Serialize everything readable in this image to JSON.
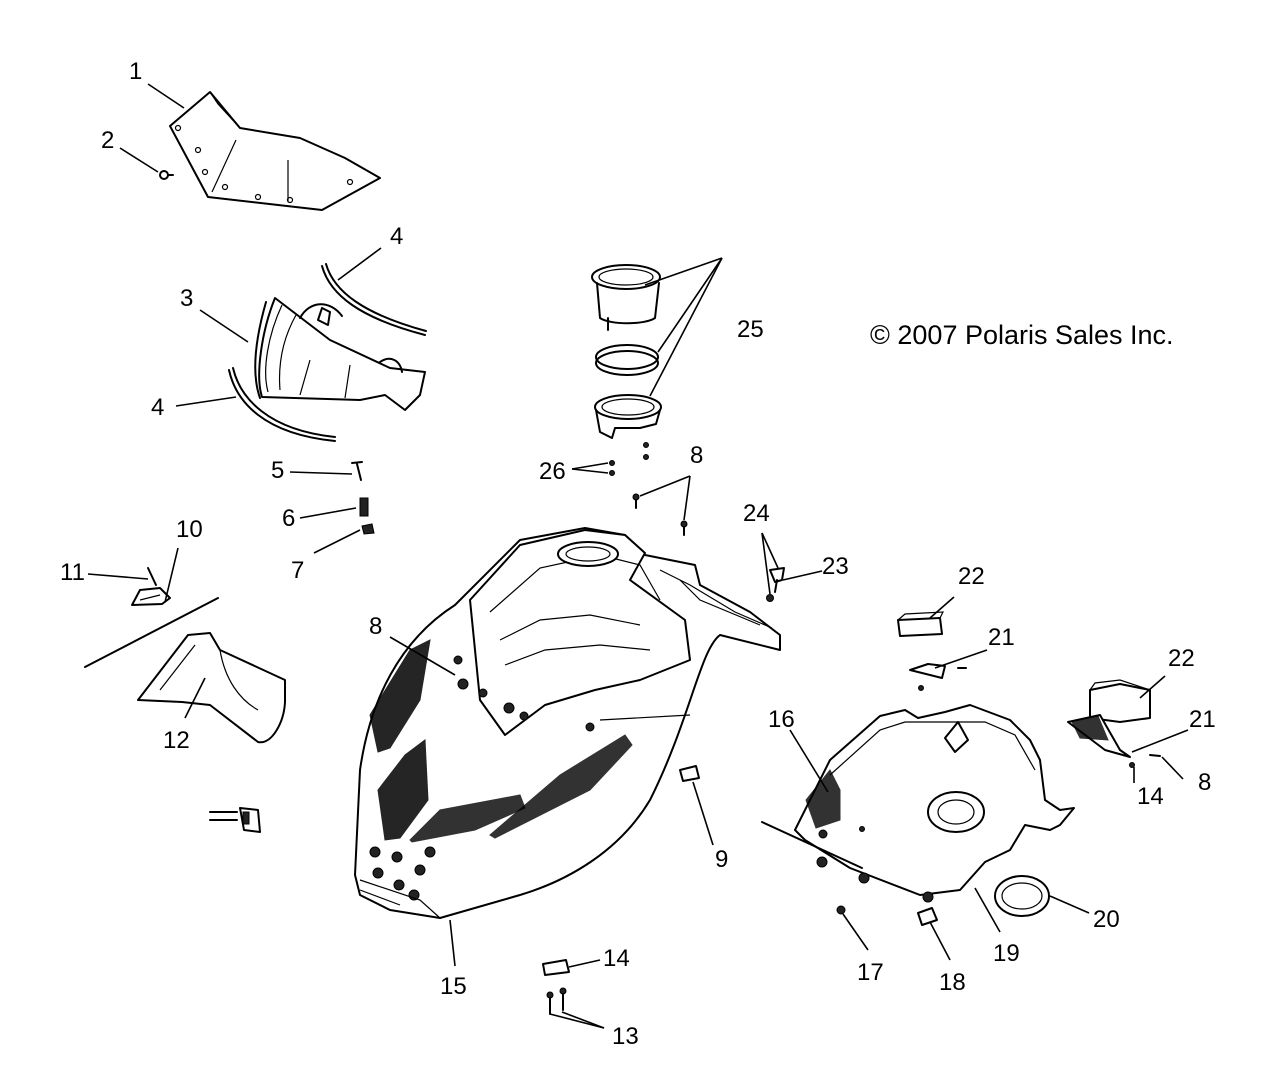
{
  "copyright": "© 2007 Polaris Sales Inc.",
  "callouts": [
    {
      "id": "c1",
      "label": "1"
    },
    {
      "id": "c2",
      "label": "2"
    },
    {
      "id": "c3",
      "label": "3"
    },
    {
      "id": "c4a",
      "label": "4"
    },
    {
      "id": "c4b",
      "label": "4"
    },
    {
      "id": "c5",
      "label": "5"
    },
    {
      "id": "c6",
      "label": "6"
    },
    {
      "id": "c7",
      "label": "7"
    },
    {
      "id": "c8a",
      "label": "8"
    },
    {
      "id": "c8b",
      "label": "8"
    },
    {
      "id": "c8c",
      "label": "8"
    },
    {
      "id": "c9",
      "label": "9"
    },
    {
      "id": "c10",
      "label": "10"
    },
    {
      "id": "c11",
      "label": "11"
    },
    {
      "id": "c12",
      "label": "12"
    },
    {
      "id": "c13",
      "label": "13"
    },
    {
      "id": "c14a",
      "label": "14"
    },
    {
      "id": "c14b",
      "label": "14"
    },
    {
      "id": "c15",
      "label": "15"
    },
    {
      "id": "c16",
      "label": "16"
    },
    {
      "id": "c17",
      "label": "17"
    },
    {
      "id": "c18",
      "label": "18"
    },
    {
      "id": "c19",
      "label": "19"
    },
    {
      "id": "c20",
      "label": "20"
    },
    {
      "id": "c21a",
      "label": "21"
    },
    {
      "id": "c21b",
      "label": "21"
    },
    {
      "id": "c22a",
      "label": "22"
    },
    {
      "id": "c22b",
      "label": "22"
    },
    {
      "id": "c23",
      "label": "23"
    },
    {
      "id": "c24",
      "label": "24"
    },
    {
      "id": "c25",
      "label": "25"
    },
    {
      "id": "c26",
      "label": "26"
    }
  ]
}
